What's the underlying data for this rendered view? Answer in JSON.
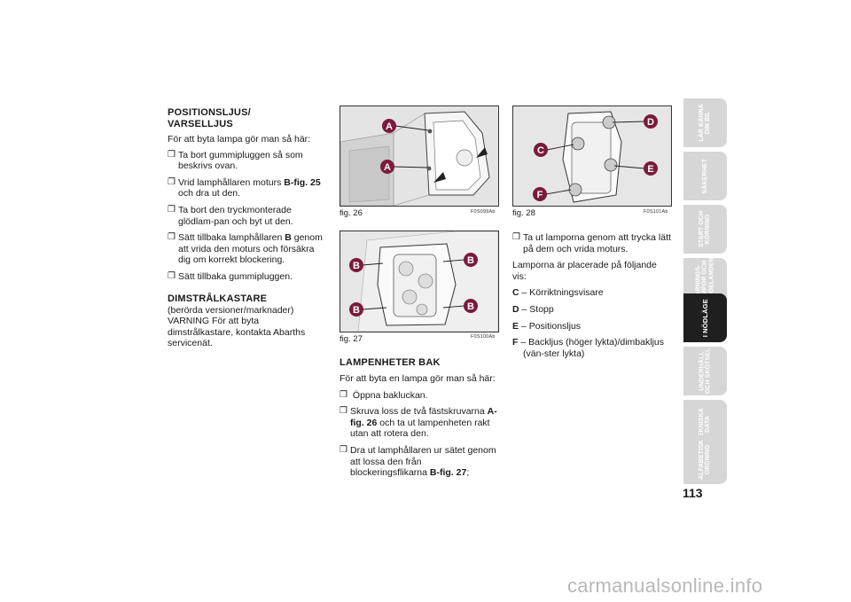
{
  "left": {
    "heading1": "POSITIONSLJUS/",
    "heading1b": "VARSELLJUS",
    "intro": "För att byta lampa gör man så här:",
    "bullets": [
      {
        "parts": [
          "Ta bort gummipluggen så som beskrivs ovan."
        ]
      },
      {
        "pre": "Vrid lamphållaren moturs ",
        "bold": "B-fig. 25",
        "post": " och dra ut den."
      },
      {
        "parts": [
          "Ta bort den tryckmonterade glödlam-pan och byt ut den."
        ]
      },
      {
        "pre": "Sätt tillbaka lamphållaren ",
        "bold": "B",
        "post": " genom att vrida den moturs och försäkra dig om korrekt blockering."
      },
      {
        "parts": [
          "Sätt tillbaka gummipluggen."
        ]
      }
    ],
    "heading2": "DIMSTRÅLKASTARE",
    "heading2_sub": "(berörda versioner/marknader)",
    "warning": "VARNING För att byta dimstrålkastare, kontakta Abarths servicenät."
  },
  "figures": {
    "fig26": {
      "label": "fig. 26",
      "code": "F0S099Ab",
      "markers": [
        "A",
        "A"
      ]
    },
    "fig27": {
      "label": "fig. 27",
      "code": "F0S100Ab",
      "markers": [
        "B",
        "B",
        "B",
        "B"
      ]
    },
    "fig28": {
      "label": "fig. 28",
      "code": "F0S101Ab",
      "markers": [
        "C",
        "D",
        "E",
        "F"
      ]
    }
  },
  "middle": {
    "heading": "LAMPENHETER BAK",
    "intro": "För att byta en lampa gör man så här:",
    "b1": "Öppna bakluckan.",
    "b2_pre": "Skruva loss de två fästskruvarna ",
    "b2_bold": "A-fig. 26",
    "b2_post": " och ta ut lampenheten rakt utan att rotera den.",
    "b3_pre": "Dra ut lamphållaren ur sätet genom att lossa den från blockeringsflikarna ",
    "b3_bold": "B-fig. 27",
    "b3_post": ";"
  },
  "right": {
    "b1": "Ta ut lamporna genom att trycka lätt på dem och vrida moturs.",
    "intro": "Lamporna är placerade på följande vis:",
    "items": [
      {
        "key": "C",
        "text": " – Körriktningsvisare"
      },
      {
        "key": "D",
        "text": " – Stopp"
      },
      {
        "key": "E",
        "text": " – Positionsljus"
      },
      {
        "key": "F",
        "text": " – Backljus (höger lykta)/dimbakljus (vän-ster lykta)"
      }
    ]
  },
  "tabs": [
    {
      "label": "LÄR KÄNNA\nDIN BIL",
      "active": false
    },
    {
      "label": "SÄKERHET",
      "active": false
    },
    {
      "label": "START OCH\nKÖRNING",
      "active": false
    },
    {
      "label": "VARNINGS-\nLAMPOR OCH\nMEDDELANDEN",
      "active": false
    },
    {
      "label": "I NÖDLÄGE",
      "active": true
    },
    {
      "label": "UNDERHÅLL\nOCH SKÖTSEL",
      "active": false
    },
    {
      "label": "TEKNISKA\nDATA",
      "active": false
    },
    {
      "label": "ALFABETISK\nORDNING",
      "active": false
    }
  ],
  "page_number": "113",
  "watermark": "carmanualsonline.info"
}
